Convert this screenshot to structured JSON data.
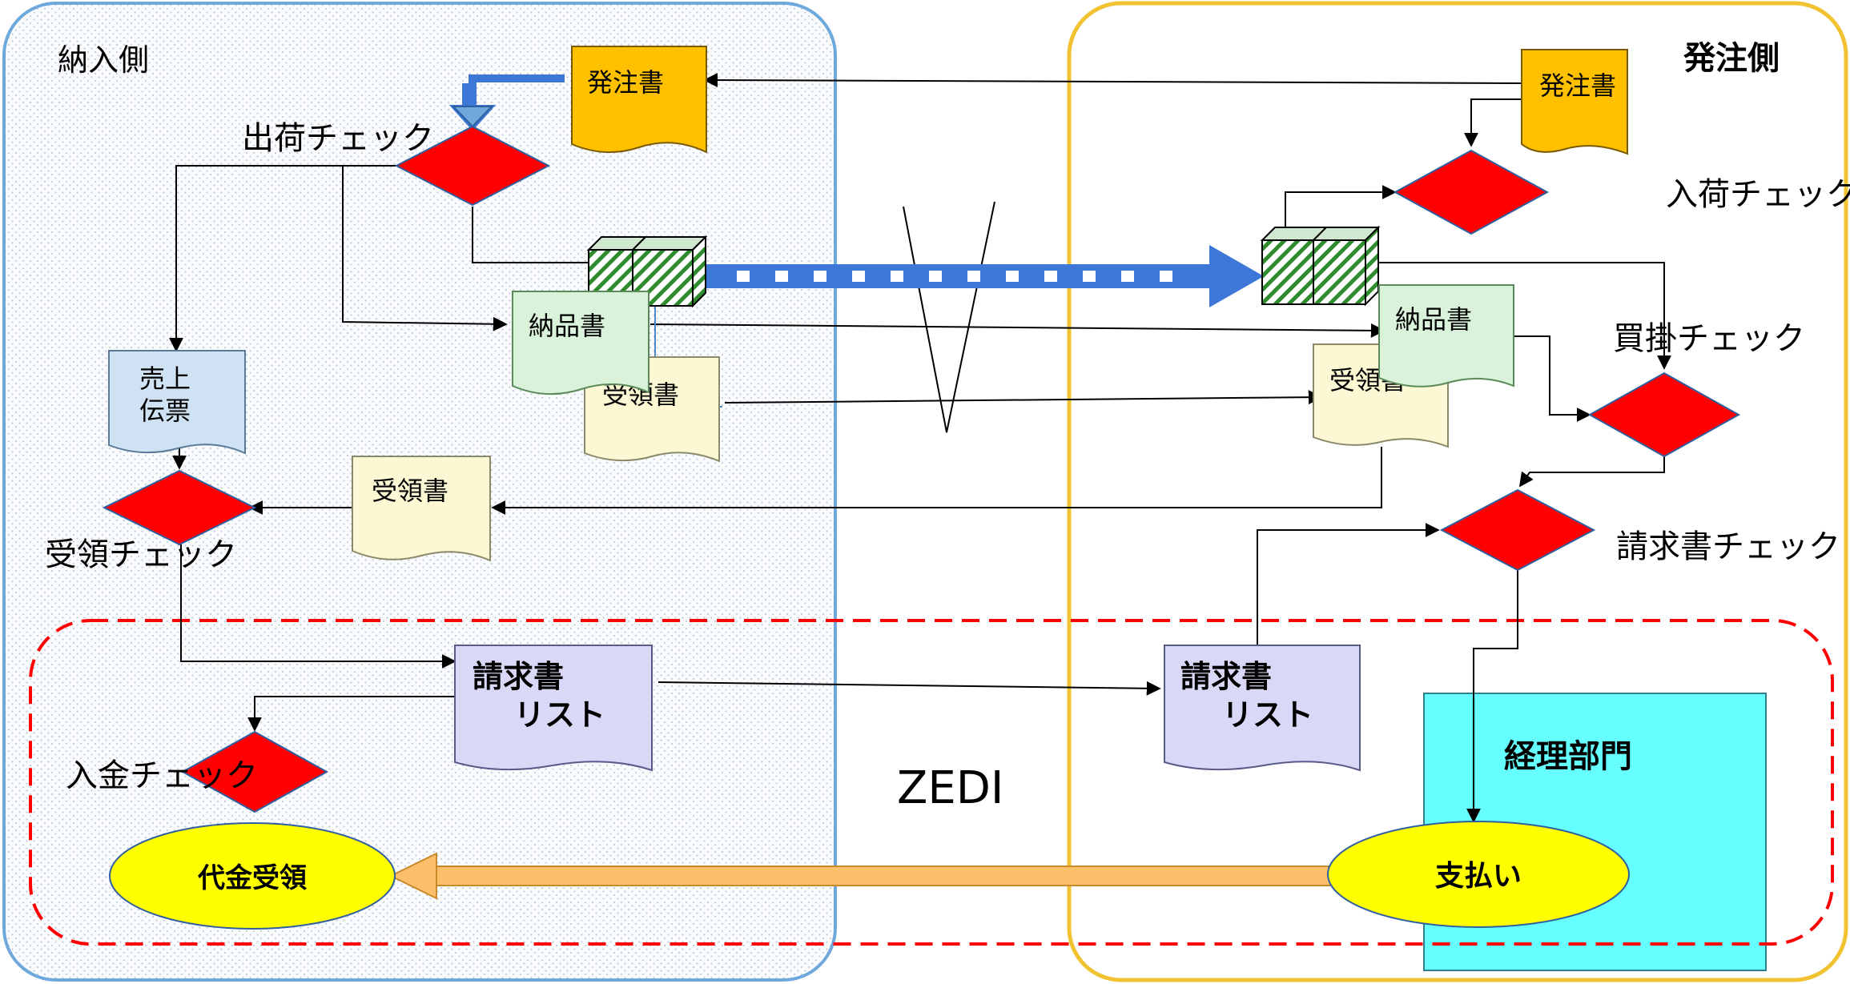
{
  "regions": {
    "supplier_title": "納入側",
    "buyer_title": "発注側",
    "network_label": "ZEDI",
    "accounting_label": "経理部門"
  },
  "documents": {
    "order_left": "発注書",
    "order_right": "発注書",
    "delivery_note_left": "納品書",
    "receipt_left_back": "受領書",
    "delivery_note_right": "納品書",
    "receipt_right": "受領書",
    "sales_slip_line1": "売上",
    "sales_slip_line2": "伝票",
    "receipt_return": "受領書",
    "invoice_left_line1": "請求書",
    "invoice_left_line2": "リスト",
    "invoice_right_line1": "請求書",
    "invoice_right_line2": "リスト"
  },
  "checks": {
    "shipping": "出荷チェック",
    "receiving": "入荷チェック",
    "payable": "買掛チェック",
    "receipt": "受領チェック",
    "invoice": "請求書チェック",
    "payment_in": "入金チェック"
  },
  "terminals": {
    "payment_received": "代金受領",
    "payment": "支払い"
  },
  "colors": {
    "supplier_border": "#6fa8dc",
    "buyer_border": "#f1c232",
    "dashed_region": "#ff0000",
    "order_doc": "#ffc000",
    "delivery_doc": "#d9f2d9",
    "receipt_doc": "#fbf8d3",
    "sales_doc": "#cfe2f3",
    "invoice_doc": "#d9d9f7",
    "decision": "#ff0000",
    "terminal": "#ffff00",
    "accounting": "#66ffff",
    "big_arrow": "#3d78d8",
    "payment_arrow": "#fcc06a"
  }
}
